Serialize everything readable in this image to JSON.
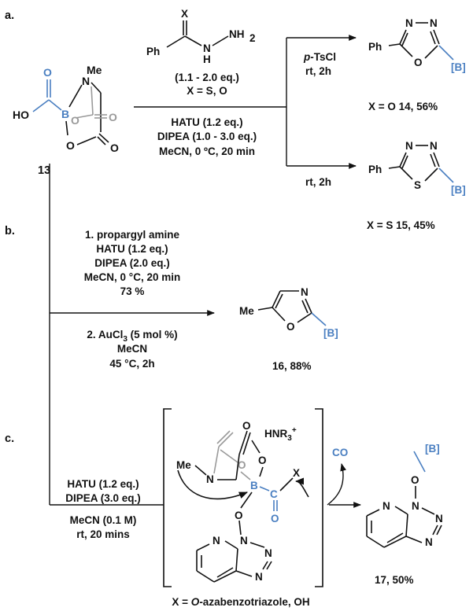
{
  "colors": {
    "text": "#111111",
    "accent_blue": "#4a7fc1",
    "faded_gray": "#9a9a9a"
  },
  "section_labels": [
    "a.",
    "b.",
    "c."
  ],
  "start_compound": {
    "number": "13",
    "atoms": {
      "o_carbonyl": "O",
      "ho": "HO",
      "b": "B",
      "n": "N",
      "me": "Me",
      "o_ring": "O",
      "o_ring2": "O",
      "o_keto": "O",
      "o_gray": "O"
    }
  },
  "part_a": {
    "reagent": {
      "x": "X",
      "nh": "N",
      "h": "H",
      "nh2": "NH",
      "nh2_sub": "2",
      "ph": "Ph"
    },
    "above_arrow": [
      "(1.1 - 2.0 eq.)",
      "X = S, O"
    ],
    "below_arrow": [
      "HATU (1.2 eq.)",
      "DIPEA (1.0 - 3.0 eq.)",
      "MeCN, 0 ºC, 20 min"
    ],
    "upper_condition": {
      "italic": "p",
      "rest": "-TsCl",
      "line2": "rt, 2h"
    },
    "lower_condition": "rt, 2h",
    "product_upper": {
      "ph": "Ph",
      "n1": "N",
      "n2": "N",
      "o": "O",
      "b": "[B]",
      "label": "X = O 14, 56%"
    },
    "product_lower": {
      "ph": "Ph",
      "n1": "N",
      "n2": "N",
      "s": "S",
      "b": "[B]",
      "label": "X = S 15, 45%"
    }
  },
  "part_b": {
    "above_arrow": [
      "1. propargyl amine",
      "HATU (1.2 eq.)",
      "DIPEA (2.0 eq.)",
      "MeCN, 0 °C, 20 min",
      "73 %"
    ],
    "below_arrow": {
      "line1_main": "2. AuCl",
      "line1_sub": "3",
      "line1_end": " (5 mol %)",
      "line2": "MeCN",
      "line3": "45 °C, 2h"
    },
    "product": {
      "me": "Me",
      "n": "N",
      "o": "O",
      "b": "[B]",
      "label": "16, 88%"
    }
  },
  "part_c": {
    "conditions_above": [
      "HATU (1.2 eq.)",
      "DIPEA (3.0 eq.)"
    ],
    "conditions_below": [
      "MeCN (0.1 M)",
      "rt, 20 mins"
    ],
    "intermediate": {
      "me": "Me",
      "n": "N",
      "o1": "O",
      "o2": "O",
      "o3": "O",
      "b": "B",
      "c": "C",
      "o4": "O",
      "x": "X",
      "hnr": "HNR",
      "hnr_sub": "3",
      "hnr_sup": "+",
      "n1": "N",
      "n2": "N",
      "n3": "N",
      "npy": "N"
    },
    "byproduct": "CO",
    "footnote": {
      "prefix": "X = ",
      "italic": "O",
      "rest": "-azabenzotriazole, OH"
    },
    "product": {
      "o": "O",
      "b": "[B]",
      "n1": "N",
      "n2": "N",
      "n3": "N",
      "npy": "N",
      "label": "17, 50%"
    }
  }
}
